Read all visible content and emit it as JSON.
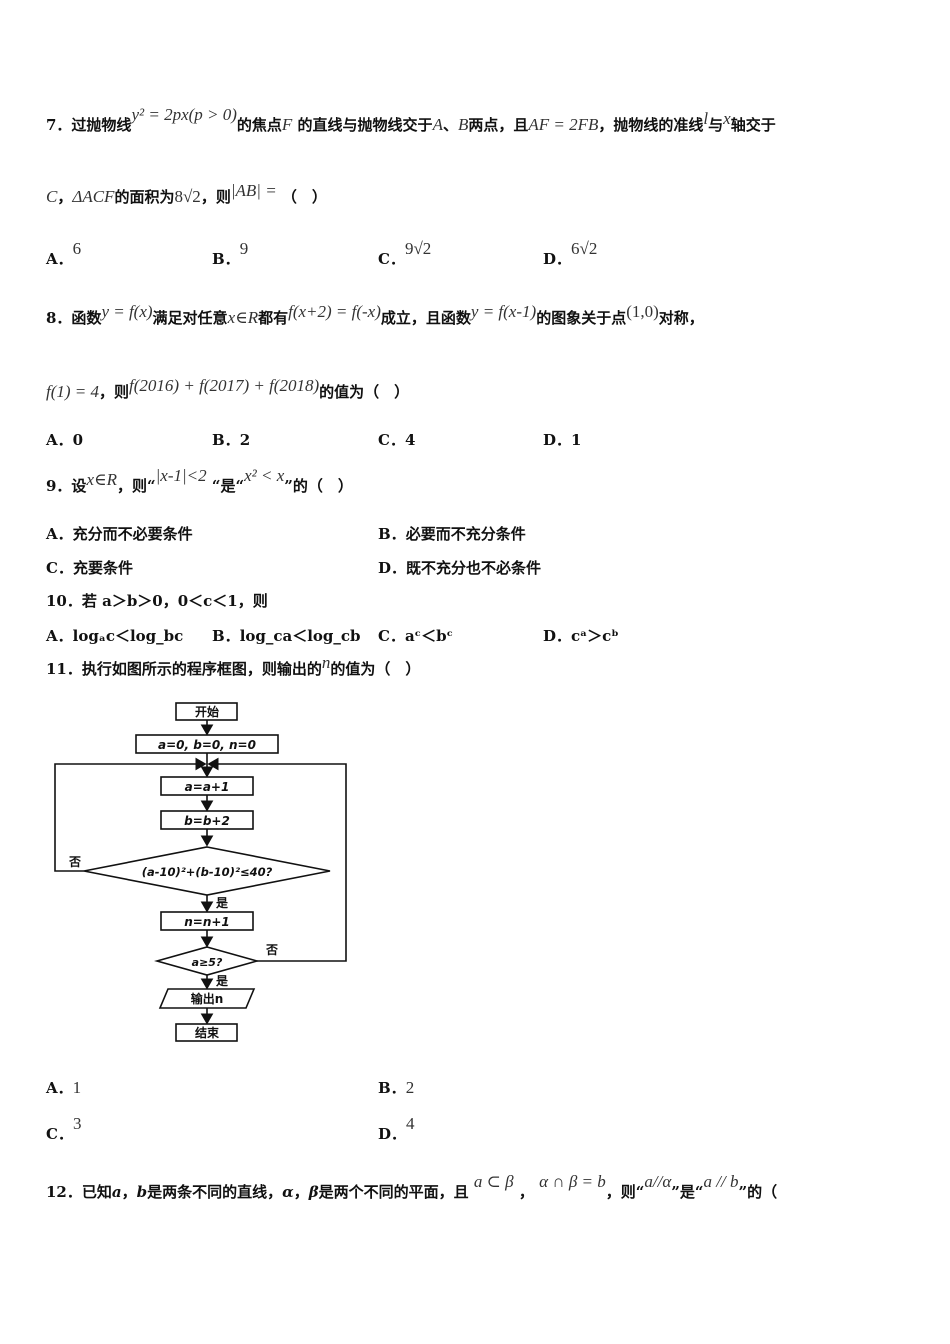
{
  "q7": {
    "num": "7．过抛物线",
    "eq1": "y² = 2px(p > 0)",
    "t1": "的焦点",
    "F": "F",
    "t2": "的直线与抛物线交于",
    "A": "A",
    "sep": "、",
    "B": "B",
    "t3": "两点，且",
    "eq2": "AF = 2FB",
    "t4": "，抛物线的准线",
    "l": "l",
    "t5": "与",
    "x": "x",
    "t6": "轴交于",
    "C": "C",
    "t7": "，",
    "tri": "ΔACF",
    "t8": "的面积为",
    "area": "8√2",
    "t9": "，则",
    "ab": "|AB| =",
    "t10": "（　）",
    "opts": [
      {
        "label": "A．",
        "value": "6"
      },
      {
        "label": "B．",
        "value": "9"
      },
      {
        "label": "C．",
        "value": "9√2"
      },
      {
        "label": "D．",
        "value": "6√2"
      }
    ]
  },
  "q8": {
    "num": "8．函数",
    "eq1": "y = f(x)",
    "t1": "满足对任意",
    "eq2": "x∈R",
    "t2": "都有",
    "eq3": "f(x+2) = f(-x)",
    "t3": "成立，且函数",
    "eq4": "y = f(x-1)",
    "t4": "的图象关于点",
    "eq5": "(1,0)",
    "t5": "对称，",
    "eq6": "f(1) = 4",
    "t6": "，则",
    "eq7": "f(2016) + f(2017) + f(2018)",
    "t7": "的值为（　）",
    "opts": [
      {
        "label": "A．",
        "value": "0"
      },
      {
        "label": "B．",
        "value": "2"
      },
      {
        "label": "C．",
        "value": "4"
      },
      {
        "label": "D．",
        "value": "1"
      }
    ]
  },
  "q9": {
    "num": "9．设",
    "eq1": "x∈R",
    "t1": "，则“",
    "eq2": "|x-1|<2",
    "t2": "“是“",
    "eq3": "x² < x",
    "t3": "”的（　）",
    "opts": [
      {
        "label": "A．",
        "value": "充分而不必要条件"
      },
      {
        "label": "B．",
        "value": "必要而不充分条件"
      },
      {
        "label": "C．",
        "value": "充要条件"
      },
      {
        "label": "D．",
        "value": "既不充分也不必条件"
      }
    ]
  },
  "q10": {
    "text": "10．若 a＞b＞0，0＜c＜1，则",
    "opts": [
      {
        "label": "A．",
        "value": "logₐc＜log_bc"
      },
      {
        "label": "B．",
        "value": "log_ca＜log_cb"
      },
      {
        "label": "C．",
        "value": "aᶜ＜bᶜ"
      },
      {
        "label": "D．",
        "value": "cᵃ＞cᵇ"
      }
    ]
  },
  "q11": {
    "t1": "11．执行如图所示的程序框图，则输出的",
    "n": "n",
    "t2": "的值为（　）",
    "flow": {
      "start": "开始",
      "init": "a=0, b=0, n=0",
      "s1": "a=a+1",
      "s2": "b=b+2",
      "cond1": "(a-10)²+(b-10)²≤40?",
      "no1": "否",
      "yes1": "是",
      "s3": "n=n+1",
      "cond2": "a≥5?",
      "no2": "否",
      "yes2": "是",
      "out": "输出n",
      "end": "结束"
    },
    "opts": [
      {
        "label": "A．",
        "value": "1"
      },
      {
        "label": "B．",
        "value": "2"
      },
      {
        "label": "C．",
        "value": "3"
      },
      {
        "label": "D．",
        "value": "4"
      }
    ]
  },
  "q12": {
    "num": "12．已知",
    "a": "a",
    "c1": "，",
    "b": "b",
    "t1": "是两条不同的直线，",
    "al": "α",
    "c2": "，",
    "be": "β",
    "t2": "是两个不同的平面，且",
    "eq1": "a ⊂ β",
    "c3": "，",
    "eq2": "α ∩ β = b",
    "t3": "，则“",
    "eq3": "a//α",
    "t4": "”是“",
    "eq4": "a // b",
    "t5": "”的（"
  }
}
